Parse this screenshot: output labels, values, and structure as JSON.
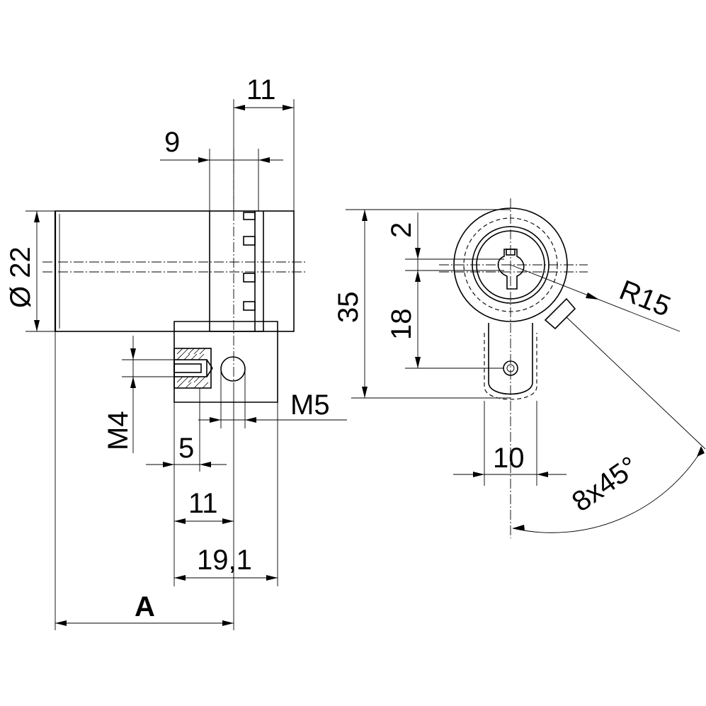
{
  "dimensions": {
    "top_width": "11",
    "top_offset": "9",
    "diameter": "Ø 22",
    "thread_left": "M4",
    "offset_5": "5",
    "bottom_width": "11",
    "overall_19": "19,1",
    "length_a": "A",
    "thread_right": "M5",
    "height_35": "35",
    "offset_2": "2",
    "height_18": "18",
    "radius": "R15",
    "width_10": "10",
    "angle": "8x45°"
  }
}
